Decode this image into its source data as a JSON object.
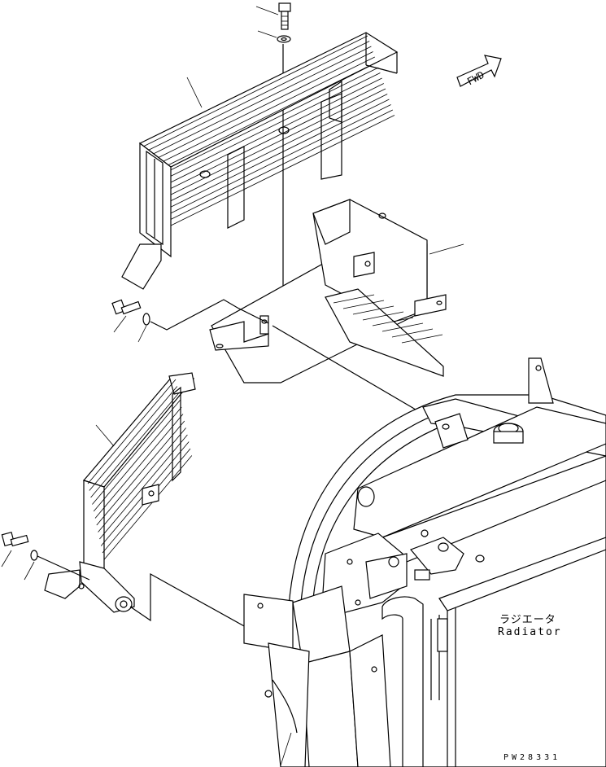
{
  "labels": {
    "radiator_jp": "ラジエータ",
    "radiator_en": "Radiator",
    "fwd": "FWD",
    "drawing_code": "PW28331"
  },
  "icons": [
    "fwd-arrow-icon"
  ]
}
